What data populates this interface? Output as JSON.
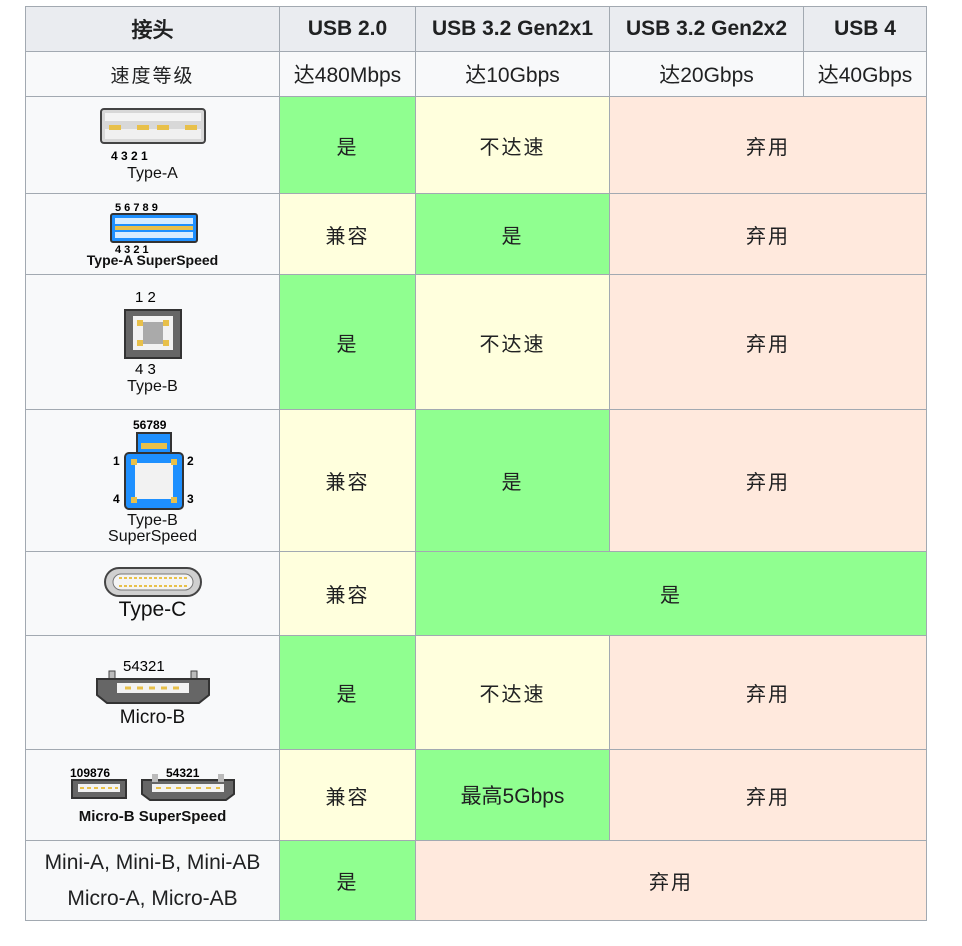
{
  "header": {
    "corner": "接头",
    "cols": [
      "USB 2.0",
      "USB 3.2 Gen2x1",
      "USB 3.2 Gen2x2",
      "USB 4"
    ]
  },
  "speed_row": {
    "label": "速度等级",
    "values": [
      "达480Mbps",
      "达10Gbps",
      "达20Gbps",
      "达40Gbps"
    ]
  },
  "connectors": {
    "type_a": {
      "caption": "Type-A",
      "pins": "4 3 2 1"
    },
    "type_a_ss": {
      "caption": "Type-A SuperSpeed",
      "pins_top": "5 6 7 8 9",
      "pins_bottom": "4 3 2 1"
    },
    "type_b": {
      "caption": "Type-B",
      "pins_top": "1 2",
      "pins_bottom": "4 3"
    },
    "type_b_ss": {
      "caption_1": "Type-B",
      "caption_2": "SuperSpeed",
      "pins_top": "56789",
      "pin_1": "1",
      "pin_2": "2",
      "pin_3": "3",
      "pin_4": "4"
    },
    "type_c": {
      "caption": "Type-C"
    },
    "micro_b": {
      "caption": "Micro-B",
      "pins": "54321"
    },
    "micro_b_ss": {
      "caption": "Micro-B SuperSpeed",
      "pins_left": "109876",
      "pins_right": "54321"
    },
    "mini": {
      "line_1": "Mini-A, Mini-B, Mini-AB",
      "line_2": "Micro-A, Micro-AB"
    }
  },
  "cells": {
    "yes": "是",
    "partial": "不达速",
    "compatible": "兼容",
    "deprecated": "弃用",
    "max5": "最高5Gbps"
  },
  "colors": {
    "yes": "#90ff90",
    "partial": "#ffffdd",
    "deprecated": "#ffe9dd",
    "header": "#eaecf0",
    "usb3_blue": "#1e90ff"
  }
}
